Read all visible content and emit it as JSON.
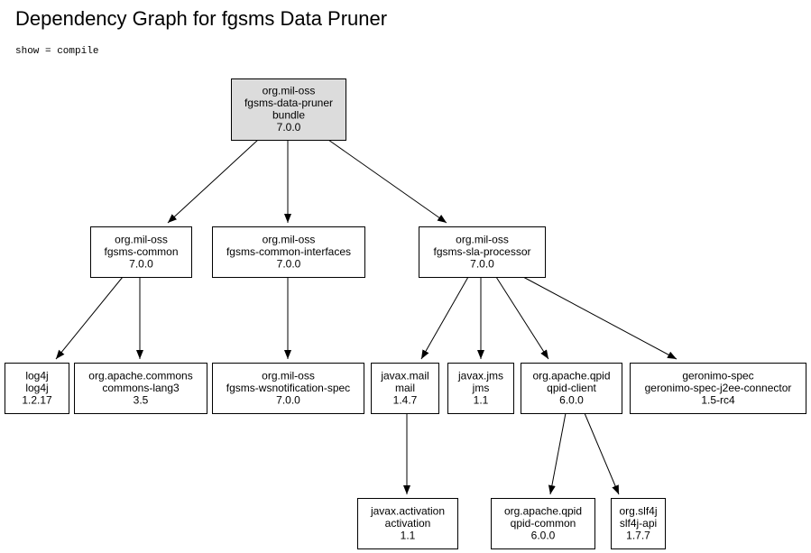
{
  "title": "Dependency Graph for fgsms Data Pruner",
  "filter": "show = compile",
  "colors": {
    "root_fill": "#dcdcdc",
    "node_fill": "#ffffff",
    "stroke": "#000000"
  },
  "nodes": [
    {
      "id": "root",
      "root": true,
      "lines": [
        "org.mil-oss",
        "fgsms-data-pruner",
        "bundle",
        "7.0.0"
      ]
    },
    {
      "id": "common",
      "lines": [
        "org.mil-oss",
        "fgsms-common",
        "7.0.0"
      ]
    },
    {
      "id": "common-interfaces",
      "lines": [
        "org.mil-oss",
        "fgsms-common-interfaces",
        "7.0.0"
      ]
    },
    {
      "id": "sla-processor",
      "lines": [
        "org.mil-oss",
        "fgsms-sla-processor",
        "7.0.0"
      ]
    },
    {
      "id": "log4j",
      "lines": [
        "log4j",
        "log4j",
        "1.2.17"
      ]
    },
    {
      "id": "commons-lang3",
      "lines": [
        "org.apache.commons",
        "commons-lang3",
        "3.5"
      ]
    },
    {
      "id": "wsnotification-spec",
      "lines": [
        "org.mil-oss",
        "fgsms-wsnotification-spec",
        "7.0.0"
      ]
    },
    {
      "id": "mail",
      "lines": [
        "javax.mail",
        "mail",
        "1.4.7"
      ]
    },
    {
      "id": "jms",
      "lines": [
        "javax.jms",
        "jms",
        "1.1"
      ]
    },
    {
      "id": "qpid-client",
      "lines": [
        "org.apache.qpid",
        "qpid-client",
        "6.0.0"
      ]
    },
    {
      "id": "j2ee-connector",
      "lines": [
        "geronimo-spec",
        "geronimo-spec-j2ee-connector",
        "1.5-rc4"
      ]
    },
    {
      "id": "activation",
      "lines": [
        "javax.activation",
        "activation",
        "1.1"
      ]
    },
    {
      "id": "qpid-common",
      "lines": [
        "org.apache.qpid",
        "qpid-common",
        "6.0.0"
      ]
    },
    {
      "id": "slf4j-api",
      "lines": [
        "org.slf4j",
        "slf4j-api",
        "1.7.7"
      ]
    }
  ],
  "edges": [
    {
      "from": "root",
      "to": "common"
    },
    {
      "from": "root",
      "to": "common-interfaces"
    },
    {
      "from": "root",
      "to": "sla-processor"
    },
    {
      "from": "common",
      "to": "log4j"
    },
    {
      "from": "common",
      "to": "commons-lang3"
    },
    {
      "from": "common-interfaces",
      "to": "wsnotification-spec"
    },
    {
      "from": "sla-processor",
      "to": "mail"
    },
    {
      "from": "sla-processor",
      "to": "jms"
    },
    {
      "from": "sla-processor",
      "to": "qpid-client"
    },
    {
      "from": "sla-processor",
      "to": "j2ee-connector"
    },
    {
      "from": "mail",
      "to": "activation"
    },
    {
      "from": "qpid-client",
      "to": "qpid-common"
    },
    {
      "from": "qpid-client",
      "to": "slf4j-api"
    }
  ]
}
